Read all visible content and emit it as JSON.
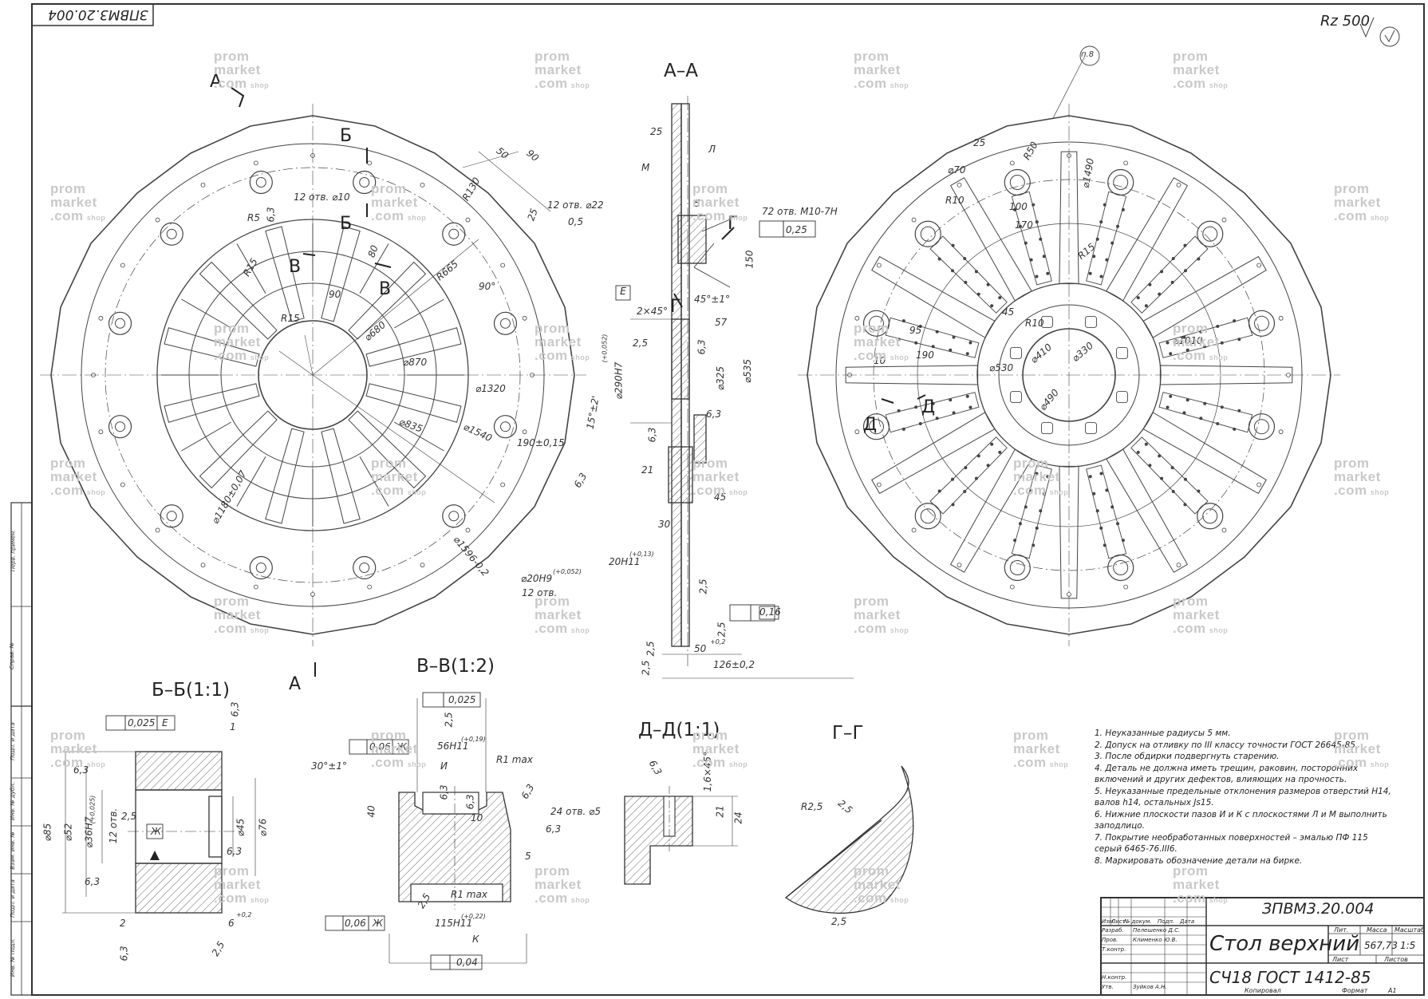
{
  "drawing": {
    "code_topleft": "ЗПВМ3.20.004",
    "roughness": "Rz 500",
    "sections": {
      "aa": "А–А",
      "bb": "Б–Б(1:1)",
      "vv": "В–В(1:2)",
      "dd": "Д–Д(1:1)",
      "gg": "Г–Г"
    },
    "cut_letters": {
      "a": "А",
      "b": "Б",
      "v": "В",
      "g": "Г",
      "d": "Д",
      "e": "Е"
    },
    "left_view_dims": [
      "12 отв. ⌀10",
      "R5",
      "6,3",
      "R130",
      "90",
      "50",
      "25",
      "12 отв. ⌀22",
      "0,5",
      "R15",
      "80",
      "R665",
      "90°",
      "R15",
      "90",
      "⌀680",
      "⌀870",
      "⌀1320",
      "⌀835",
      "⌀1540",
      "190±0,15",
      "15°±2'",
      "6,3",
      "⌀1180±0,07",
      "⌀1596-0,2",
      "⌀20H9",
      "(+0,052)",
      "12 отв."
    ],
    "aa_dims": [
      "25",
      "Л",
      "М",
      "5",
      "150",
      "Е",
      "2×45°",
      "45°±1°",
      "57",
      "2,5",
      "6,3",
      "⌀325",
      "⌀535",
      "⌀290H7",
      "(+0,052)",
      "6,3",
      "6,3",
      "21",
      "45",
      "30",
      "20H11",
      "(+0,13)",
      "2,5",
      "0,16",
      "2,5",
      "2,5",
      "50",
      "+0,2",
      "126±0,2",
      "2,5",
      "72 отв. М10-7H",
      "0,25"
    ],
    "right_view_dims": [
      "п.8",
      "25",
      "R50",
      "⌀70",
      "⌀1490",
      "R10",
      "100",
      "170",
      "R15",
      "R10",
      "⌀410",
      "⌀330",
      "95",
      "190",
      "⌀530",
      "⌀490",
      "⌀1010",
      "10",
      "45"
    ],
    "bb_dims": [
      "0,025",
      "Е",
      "6,3",
      "1",
      "6,3",
      "⌀85",
      "⌀52",
      "⌀36H7",
      "(+0,025)",
      "12 отв.",
      "2,5",
      "Ж",
      "⌀45",
      "⌀76",
      "6,3",
      "6,3",
      "2",
      "6",
      "+0,2",
      "6,3",
      "2,5"
    ],
    "vv_dims": [
      "0,025",
      "2,5",
      "0,06",
      "Ж",
      "56H11",
      "(+0,19)",
      "R1 max",
      "И",
      "30°±1°",
      "6,3",
      "6,3",
      "6,3",
      "40",
      "10",
      "24 отв. ⌀5",
      "6,3",
      "5",
      "2,5",
      "R1 max",
      "115H11",
      "(+0,22)",
      "0,06",
      "Ж",
      "К",
      "0,04"
    ],
    "dd_dims": [
      "6,3",
      "1,6×45°",
      "21",
      "24"
    ],
    "gg_dims": [
      "R2,5",
      "2,5",
      "2,5"
    ],
    "notes": [
      "1. Неуказанные радиусы 5 мм.",
      "2. Допуск на отливку по III классу точности ГОСТ 26645-85.",
      "3. После обдирки подвергнуть старению.",
      "4. Деталь не должна иметь трещин, раковин, посторонних включений и других дефектов, влияющих на прочность.",
      "5. Неуказанные предельные отклонения размеров отверстий H14, валов h14, остальных Js15.",
      "6. Нижние плоскости пазов И и К с плоскостями Л и М выполнить заподлицо.",
      "7. Покрытие необработанных поверхностей – эмалью ПФ 115 серый 6465-76.III6.",
      "8. Маркировать обозначение детали на бирке."
    ],
    "title_block": {
      "designation": "ЗПВМ3.20.004",
      "name": "Стол верхний",
      "material": "СЧ18 ГОСТ 1412-85",
      "lit_label": "Лит.",
      "mass_label": "Масса",
      "scale_label": "Масштаб",
      "mass": "567,73",
      "scale": "1:5",
      "sheet_label": "Лист",
      "sheets_label": "Листов",
      "row_labels": [
        "Изм.",
        "Лист",
        "№ докум.",
        "Подп.",
        "Дата"
      ],
      "people": [
        {
          "role": "Разраб.",
          "name": "Пелешенко Д.С."
        },
        {
          "role": "Пров.",
          "name": "Клименко Ю.В."
        },
        {
          "role": "Т.контр.",
          "name": ""
        },
        {
          "role": "Н.контр.",
          "name": ""
        },
        {
          "role": "Утв.",
          "name": "Зуйков А.Н."
        }
      ],
      "copied": "Копировал",
      "format_label": "Формат",
      "format": "А1"
    },
    "side_stamp": [
      "Перв. примен.",
      "Справ. №",
      "Подп. и дата",
      "Инв. № дубл.",
      "Взам. инв. №",
      "Подп. и дата",
      "Инв. № подл."
    ],
    "watermark": [
      "prom",
      "market",
      ".com",
      "shop"
    ]
  }
}
